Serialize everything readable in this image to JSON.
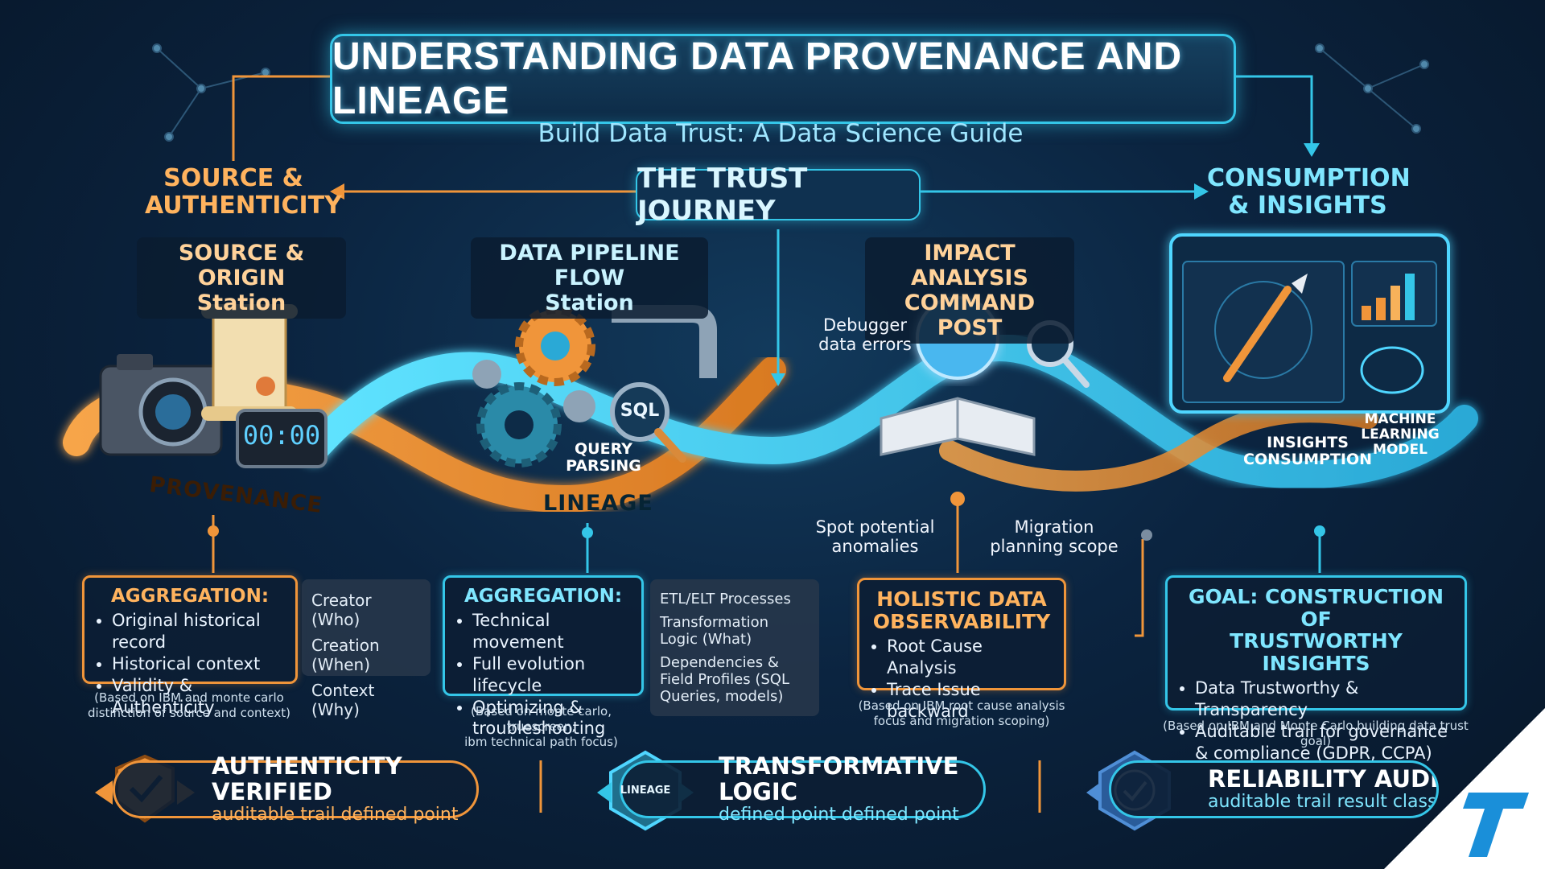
{
  "title": "UNDERSTANDING DATA PROVENANCE AND LINEAGE",
  "subtitle": "Build Data Trust: A Data Science Guide",
  "journey": "THE TRUST JOURNEY",
  "left_header": [
    "SOURCE &",
    "AUTHENTICITY"
  ],
  "right_header": [
    "CONSUMPTION",
    "& INSIGHTS"
  ],
  "stations": {
    "source": [
      "SOURCE & ORIGIN",
      "Station"
    ],
    "pipeline": [
      "DATA PIPELINE FLOW",
      "Station"
    ],
    "impact": [
      "IMPACT ANALYSIS",
      "COMMAND POST"
    ]
  },
  "ribbons": {
    "provenance": "PROVENANCE",
    "lineage": "LINEAGE"
  },
  "icons": {
    "clock": "00:00",
    "sql": "SQL",
    "query": [
      "QUERY",
      "PARSING"
    ],
    "insights": [
      "INSIGHTS",
      "CONSUMPTION"
    ],
    "ml": [
      "MACHINE",
      "LEARNING",
      "MODEL"
    ],
    "lineage_badge": "LINEAGE"
  },
  "impact_labels": {
    "debugger": [
      "Debugger",
      "data errors"
    ],
    "anomalies": [
      "Spot potential",
      "anomalies"
    ],
    "migration": [
      "Migration",
      "planning scope"
    ]
  },
  "box1": {
    "title": "AGGREGATION:",
    "items": [
      "Original historical record",
      "Historical context",
      "Validity & Authenticity"
    ],
    "side": [
      "Creator (Who)",
      "Creation (When)",
      "Context (Why)"
    ],
    "note": [
      "(Based on IBM and monte carlo",
      "distinction of source and context)"
    ]
  },
  "box2": {
    "title": "AGGREGATION:",
    "items": [
      "Technical movement",
      "Full evolution lifecycle",
      "Optimizing & troubleshooting"
    ],
    "side": [
      "ETL/ELT Processes",
      "Transformation Logic (What)",
      "Dependencies & Field Profiles (SQL Queries, models)"
    ],
    "note": [
      "(Based on monte carlo, truescreen,",
      "ibm technical path focus)"
    ]
  },
  "box3": {
    "title": [
      "HOLISTIC DATA",
      "OBSERVABILITY"
    ],
    "items": [
      "Root Cause Analysis",
      "Trace Issue backward"
    ],
    "note": [
      "(Based on IBM root cause analysis",
      "focus and migration scoping)"
    ]
  },
  "box4": {
    "title": [
      "GOAL: CONSTRUCTION OF",
      "TRUSTWORTHY INSIGHTS"
    ],
    "items": [
      "Data Trustworthy & Transparency",
      "Auditable trail for governance & compliance (GDPR, CCPA)"
    ],
    "note": [
      "(Based on IBM and Monte Carlo building data trust",
      "goal)"
    ]
  },
  "footer": [
    {
      "title": "AUTHENTICITY VERIFIED",
      "sub": "auditable trail defined point"
    },
    {
      "title": "TRANSFORMATIVE LOGIC",
      "sub": "defined point defined point"
    },
    {
      "title": "RELIABILITY AUDITING",
      "sub": "auditable trail result classificatio"
    }
  ],
  "colors": {
    "orange": "#f0953a",
    "cyan": "#34c6e8",
    "background": "#0b2440"
  }
}
